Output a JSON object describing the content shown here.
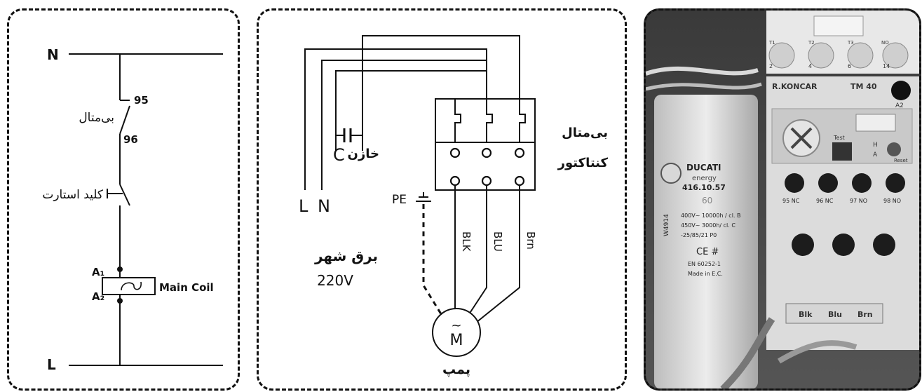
{
  "ladder": {
    "N_label": "N",
    "L_label": "L",
    "overload_label": "بی‌متال",
    "overload_t1": "95",
    "overload_t2": "96",
    "start_switch_label": "کلید استارت",
    "coil_a1": "A₁",
    "coil_a2": "A₂",
    "coil_label": "Main Coil"
  },
  "wiring": {
    "overload_label": "بی‌متال",
    "contactor_label": "کنتاکتور",
    "capacitor_label": "خازن",
    "capacitor_symbol": "C",
    "L_label": "L",
    "N_label": "N",
    "pe_label": "PE",
    "supply_label": "برق شهر",
    "supply_voltage": "220V",
    "wire_labels": [
      "BLK",
      "BLU",
      "Brn"
    ],
    "motor_symbol": "M",
    "motor_tilde": "~",
    "motor_label": "پمپ"
  },
  "photo": {
    "relay_top_terminals": [
      "T1",
      "T2",
      "T3",
      "NO"
    ],
    "relay_top_numbers": [
      "2",
      "4",
      "6",
      "14"
    ],
    "brand": "R.KONCAR",
    "model": "TM 40",
    "a2": "A2",
    "test": "Test",
    "h": "H",
    "a": "A",
    "reset": "Reset",
    "aux_terminals": [
      "95 NC",
      "96 NC",
      "97 NO",
      "98 NO"
    ],
    "capacitor_brand": "DUCATI",
    "capacitor_sub": "energy",
    "capacitor_part": "416.10.57",
    "cap_spec1": "400V~ 10000h / cl. B",
    "cap_spec2": "450V~ 3000h/ cl. C",
    "cap_spec3": "-25/85/21   P0",
    "cap_side": "W4914",
    "cap_ce": "CE #",
    "cap_std": "EN 60252-1",
    "cap_made": "Made in E.C.",
    "cap_value": "60",
    "wire_tags": [
      "Blk",
      "Blu",
      "Brn"
    ]
  }
}
